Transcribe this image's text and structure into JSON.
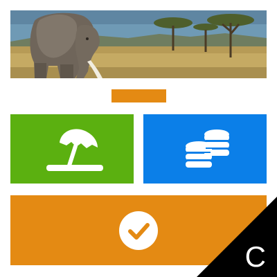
{
  "hero": {
    "image_name": "elephant-savanna-photo"
  },
  "actions": {
    "small_button_color": "#e48a13",
    "tiles": [
      {
        "name": "beach-umbrella",
        "icon": "umbrella-icon",
        "color": "#5bb010"
      },
      {
        "name": "coins",
        "icon": "coins-icon",
        "color": "#0b7fe8"
      },
      {
        "name": "confirm",
        "icon": "checkmark-circle-icon",
        "color": "#e48a13"
      }
    ]
  },
  "corner_badge": {
    "letter": "C",
    "color": "#000000"
  }
}
